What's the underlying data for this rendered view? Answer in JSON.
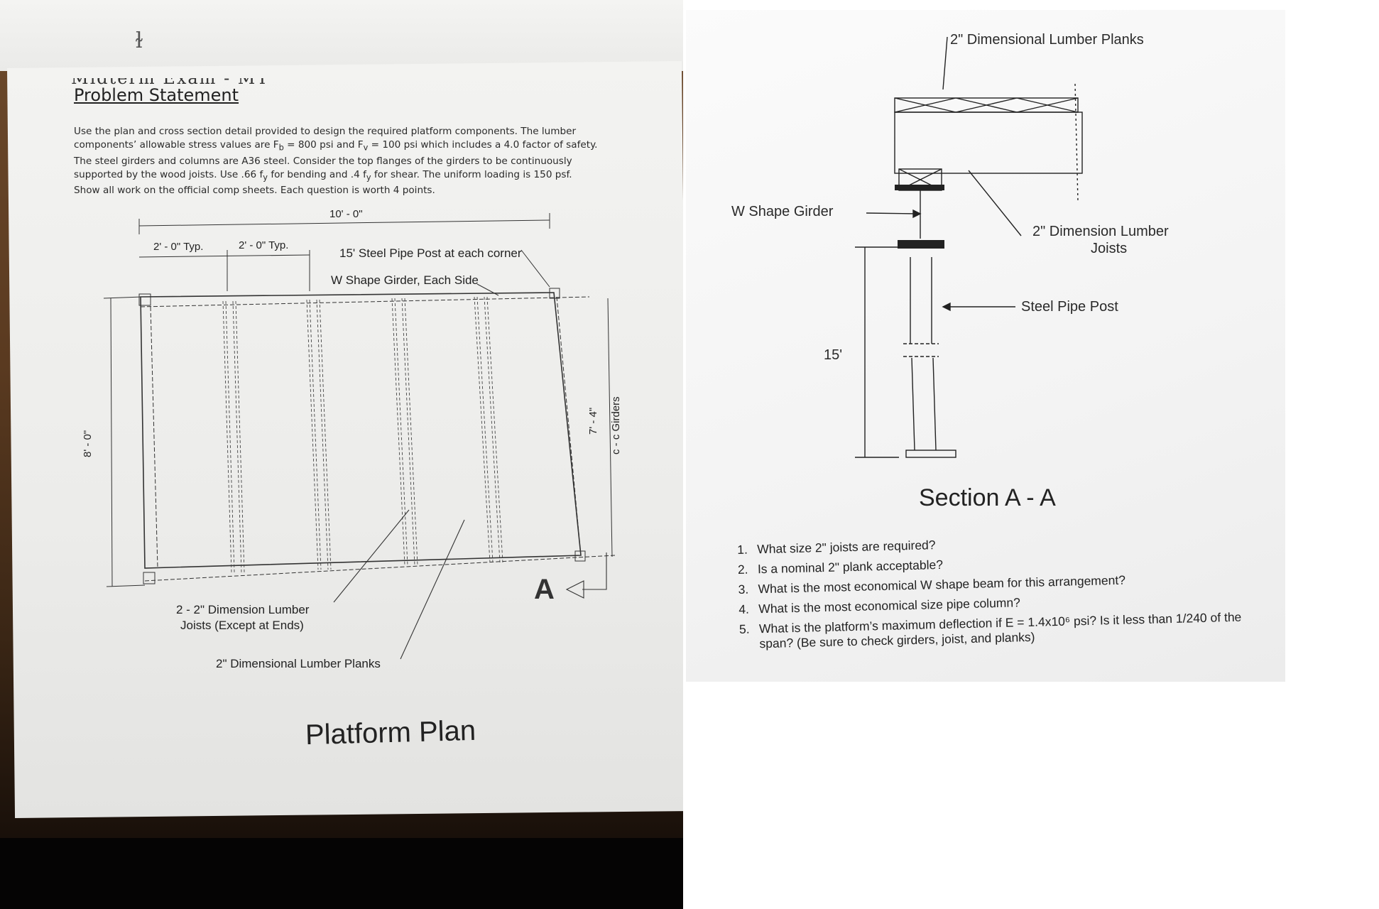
{
  "left_page": {
    "pen_mark": "ɫ",
    "exam_header": "Midterm Exam - MT",
    "problem_title": "Problem Statement",
    "problem_lines": [
      "Use the plan and cross section detail provided to design the required platform components.  The lumber",
      "components’ allowable stress values are F",
      "The steel girders and columns are A36 steel.  Consider the top flanges of the girders to be continuously",
      "supported by the wood joists.  Use .66 f",
      "Show all work on the official comp sheets.  Each question is worth 4 points."
    ],
    "line2": {
      "pre": "components’ allowable stress values are F",
      "sub1": "b",
      "mid": " = 800 psi and F",
      "sub2": "v",
      "post": " = 100 psi which includes a 4.0 factor of safety."
    },
    "line4": {
      "pre": "supported by the wood joists.  Use .66 f",
      "sub1": "y",
      "mid": " for bending and .4 f",
      "sub2": "y",
      "post": " for shear.  The uniform loading is 150 psf."
    },
    "plan": {
      "dim_overall": "10' - 0\"",
      "dim_spacing_1": "2' - 0\"  Typ.",
      "dim_spacing_2": "2' - 0\"  Typ.",
      "label_post": "15' Steel Pipe Post at each corner",
      "label_girder": "W Shape Girder, Each Side",
      "dim_height": "8' - 0\"",
      "dim_cc": "7' - 4\"",
      "label_cc": "c - c Girders",
      "label_joists_1": "2 - 2\" Dimension Lumber",
      "label_joists_2": "Joists  (Except at Ends)",
      "label_planks": "2\" Dimensional Lumber Planks",
      "section_marker": "A",
      "title": "Platform Plan"
    }
  },
  "right_page": {
    "label_planks": "2\" Dimensional Lumber Planks",
    "label_girder": "W Shape Girder",
    "label_joists_1": "2\" Dimension Lumber",
    "label_joists_2": "Joists",
    "label_post": "Steel Pipe Post",
    "dim_height": "15'",
    "section_title": "Section A - A",
    "questions": [
      {
        "num": "1.",
        "text": "What size 2\" joists are required?"
      },
      {
        "num": "2.",
        "text": "Is a nominal 2\" plank acceptable?"
      },
      {
        "num": "3.",
        "text": "What is the most economical W shape beam for this arrangement?"
      },
      {
        "num": "4.",
        "text": "What is the most economical size pipe column?"
      },
      {
        "num": "5.",
        "text": "What is the platform’s maximum deflection if E = 1.4x10⁶ psi?  Is it less than 1/240 of the span?  (Be sure to check girders, joist, and planks)"
      }
    ]
  }
}
